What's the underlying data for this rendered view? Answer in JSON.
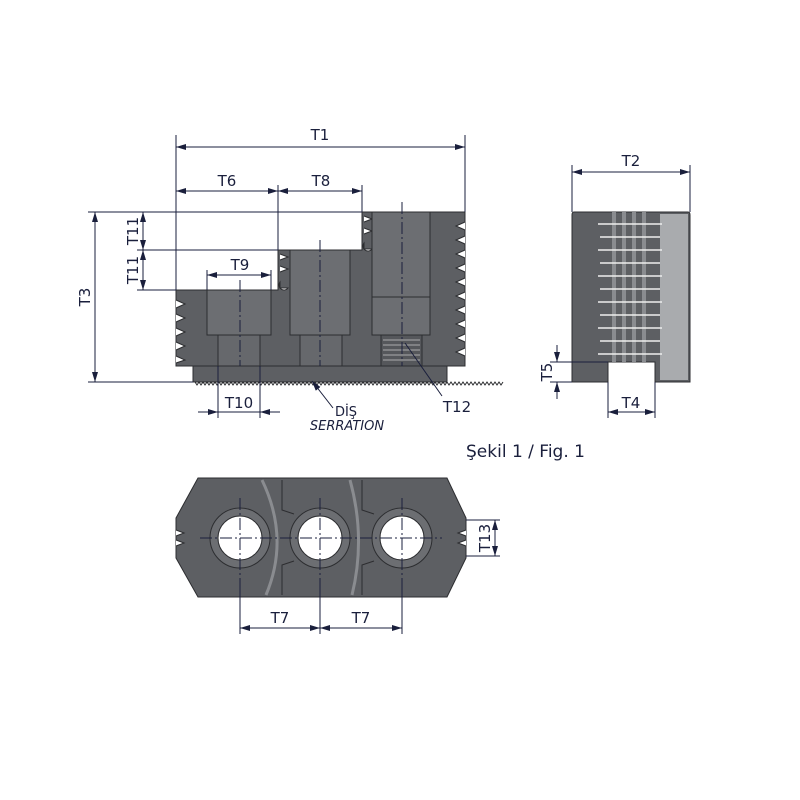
{
  "labels": {
    "t1": "T1",
    "t2": "T2",
    "t3": "T3",
    "t4": "T4",
    "t5": "T5",
    "t6": "T6",
    "t7a": "T7",
    "t7b": "T7",
    "t8": "T8",
    "t9": "T9",
    "t10": "T10",
    "t11a": "T11",
    "t11b": "T11",
    "t12": "T12",
    "t13": "T13"
  },
  "serration": {
    "tr": "DİŞ",
    "en": "SERRATION"
  },
  "caption": "Şekil 1 / Fig. 1",
  "colors": {
    "body": "#5d5f63",
    "dimension": "#1a1f3c"
  }
}
